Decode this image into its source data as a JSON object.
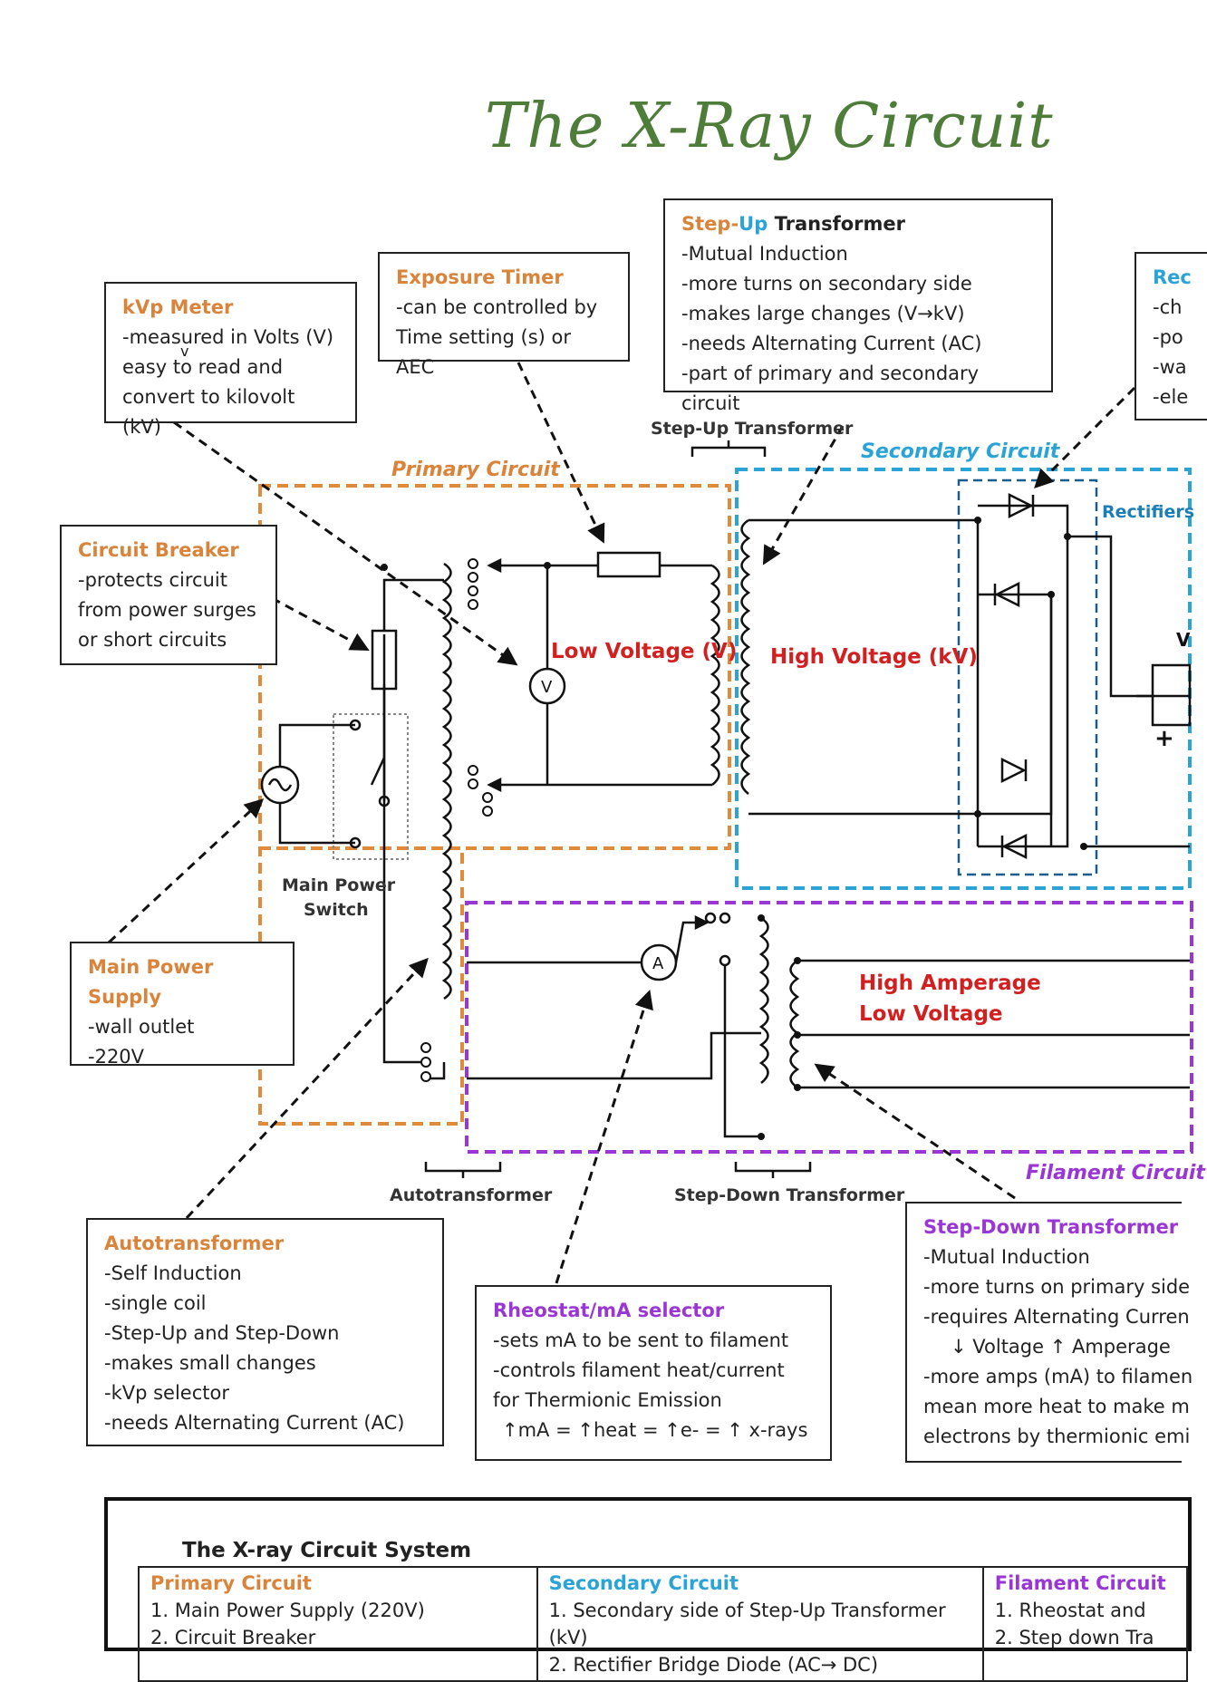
{
  "title": "The X-Ray Circuit",
  "boxes": {
    "kvp_meter": {
      "heading": "kVp Meter",
      "lines": [
        "-measured in Volts (V)",
        "easy to read and",
        "convert to kilovolt (kV)"
      ],
      "stray": "v"
    },
    "exposure_timer": {
      "heading": "Exposure Timer",
      "lines": [
        "-can be controlled by",
        "Time setting (s) or AEC"
      ]
    },
    "stepup": {
      "heading_a": "Step",
      "heading_b": "-",
      "heading_c": "Up",
      "heading_d": " Transformer",
      "lines": [
        "-Mutual Induction",
        "-more turns on secondary side",
        "-makes large changes (V→kV)",
        "-needs Alternating Current (AC)",
        "-part of primary and secondary circuit"
      ]
    },
    "rectifier": {
      "heading": "Rec",
      "lines": [
        "-ch",
        "-po",
        "-wa",
        "-ele"
      ]
    },
    "circuit_breaker": {
      "heading": "Circuit Breaker",
      "lines": [
        "-protects circuit",
        "from power surges",
        "or short circuits"
      ]
    },
    "main_power": {
      "heading": "Main Power Supply",
      "lines": [
        "-wall outlet",
        "-220V"
      ]
    },
    "autotransformer": {
      "heading": "Autotransformer",
      "lines": [
        "-Self Induction",
        "-single coil",
        "-Step-Up and Step-Down",
        "-makes small changes",
        "-kVp selector",
        "-needs Alternating Current (AC)"
      ]
    },
    "rheostat": {
      "heading": "Rheostat/mA selector",
      "lines": [
        "-sets mA to be sent to filament",
        "-controls filament heat/current",
        "for Thermionic Emission",
        "↑mA = ↑heat = ↑e- = ↑ x-rays"
      ]
    },
    "stepdown": {
      "heading": "Step-Down Transformer",
      "lines": [
        "-Mutual Induction",
        "-more turns on primary side",
        "-requires Alternating Curren",
        "↓ Voltage ↑ Amperage",
        "-more amps (mA) to filamen",
        "mean more heat to make m",
        "electrons by thermionic emi"
      ]
    }
  },
  "labels": {
    "stepup_transformer": "Step-Up Transformer",
    "primary_circuit": "Primary Circuit",
    "secondary_circuit": "Secondary Circuit",
    "rectifiers": "Rectifiers",
    "low_voltage": "Low Voltage (V)",
    "high_voltage": "High Voltage (kV)",
    "main_power_switch_1": "Main Power",
    "main_power_switch_2": "Switch",
    "high_amperage": "High Amperage",
    "low_voltage_2": "Low Voltage",
    "filament_circuit": "Filament Circuit",
    "autotransformer": "Autotransformer",
    "stepdown_transformer": "Step-Down Transformer",
    "voltmeter": "V",
    "ammeter": "A",
    "plus": "+",
    "edge_v": "V"
  },
  "summary": {
    "title": "The X-ray Circuit System",
    "columns": [
      {
        "heading": "Primary Circuit",
        "items": [
          "1. Main Power Supply (220V)",
          "2. Circuit Breaker"
        ]
      },
      {
        "heading": "Secondary Circuit",
        "items": [
          "1. Secondary side of Step-Up Transformer (kV)",
          "2. Rectifier Bridge Diode (AC→ DC)"
        ]
      },
      {
        "heading": "Filament Circuit",
        "items": [
          "1. Rheostat and",
          "2. Step down Tra"
        ]
      }
    ]
  },
  "colors": {
    "title": "#4e7d3a",
    "primary": "#d9843a",
    "secondary": "#2aa3d6",
    "filament": "#9a36d6",
    "voltage": "#d21f1f"
  }
}
